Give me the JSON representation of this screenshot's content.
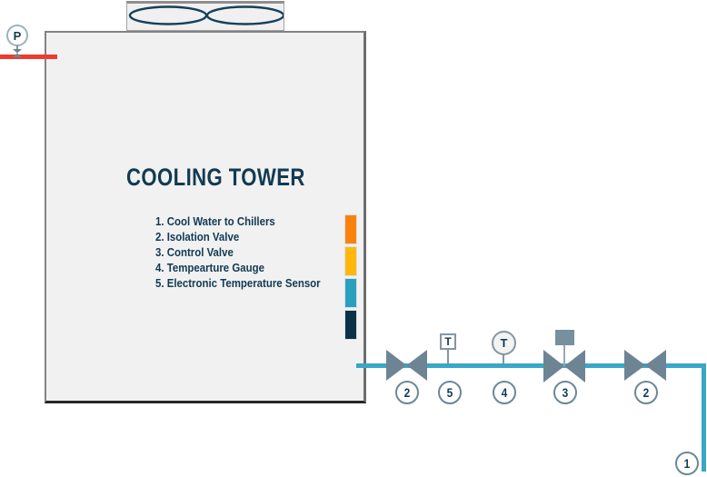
{
  "title": "COOLING TOWER",
  "legend": [
    "1. Cool Water to Chillers",
    "2. Isolation Valve",
    "3. Control Valve",
    "4. Tempearture Gauge",
    "5. Electronic Temperature Sensor"
  ],
  "instruments": {
    "pressure_gauge_label": "P",
    "electronic_temp_sensor_label": "T",
    "temp_gauge_label": "T"
  },
  "tags": {
    "isolation_valve_left": "2",
    "electronic_temp_sensor": "5",
    "temp_gauge": "4",
    "control_valve": "3",
    "isolation_valve_right": "2",
    "cool_water_to_chillers": "1"
  },
  "colors": {
    "navy": "#123A52",
    "pipe_blue": "#3AA6C8",
    "valve_gray": "#6D8494",
    "red_line": "#EF3B2D",
    "swatches": [
      "#F8820C",
      "#FFB70D",
      "#2AA0BE",
      "#0C3146"
    ]
  }
}
